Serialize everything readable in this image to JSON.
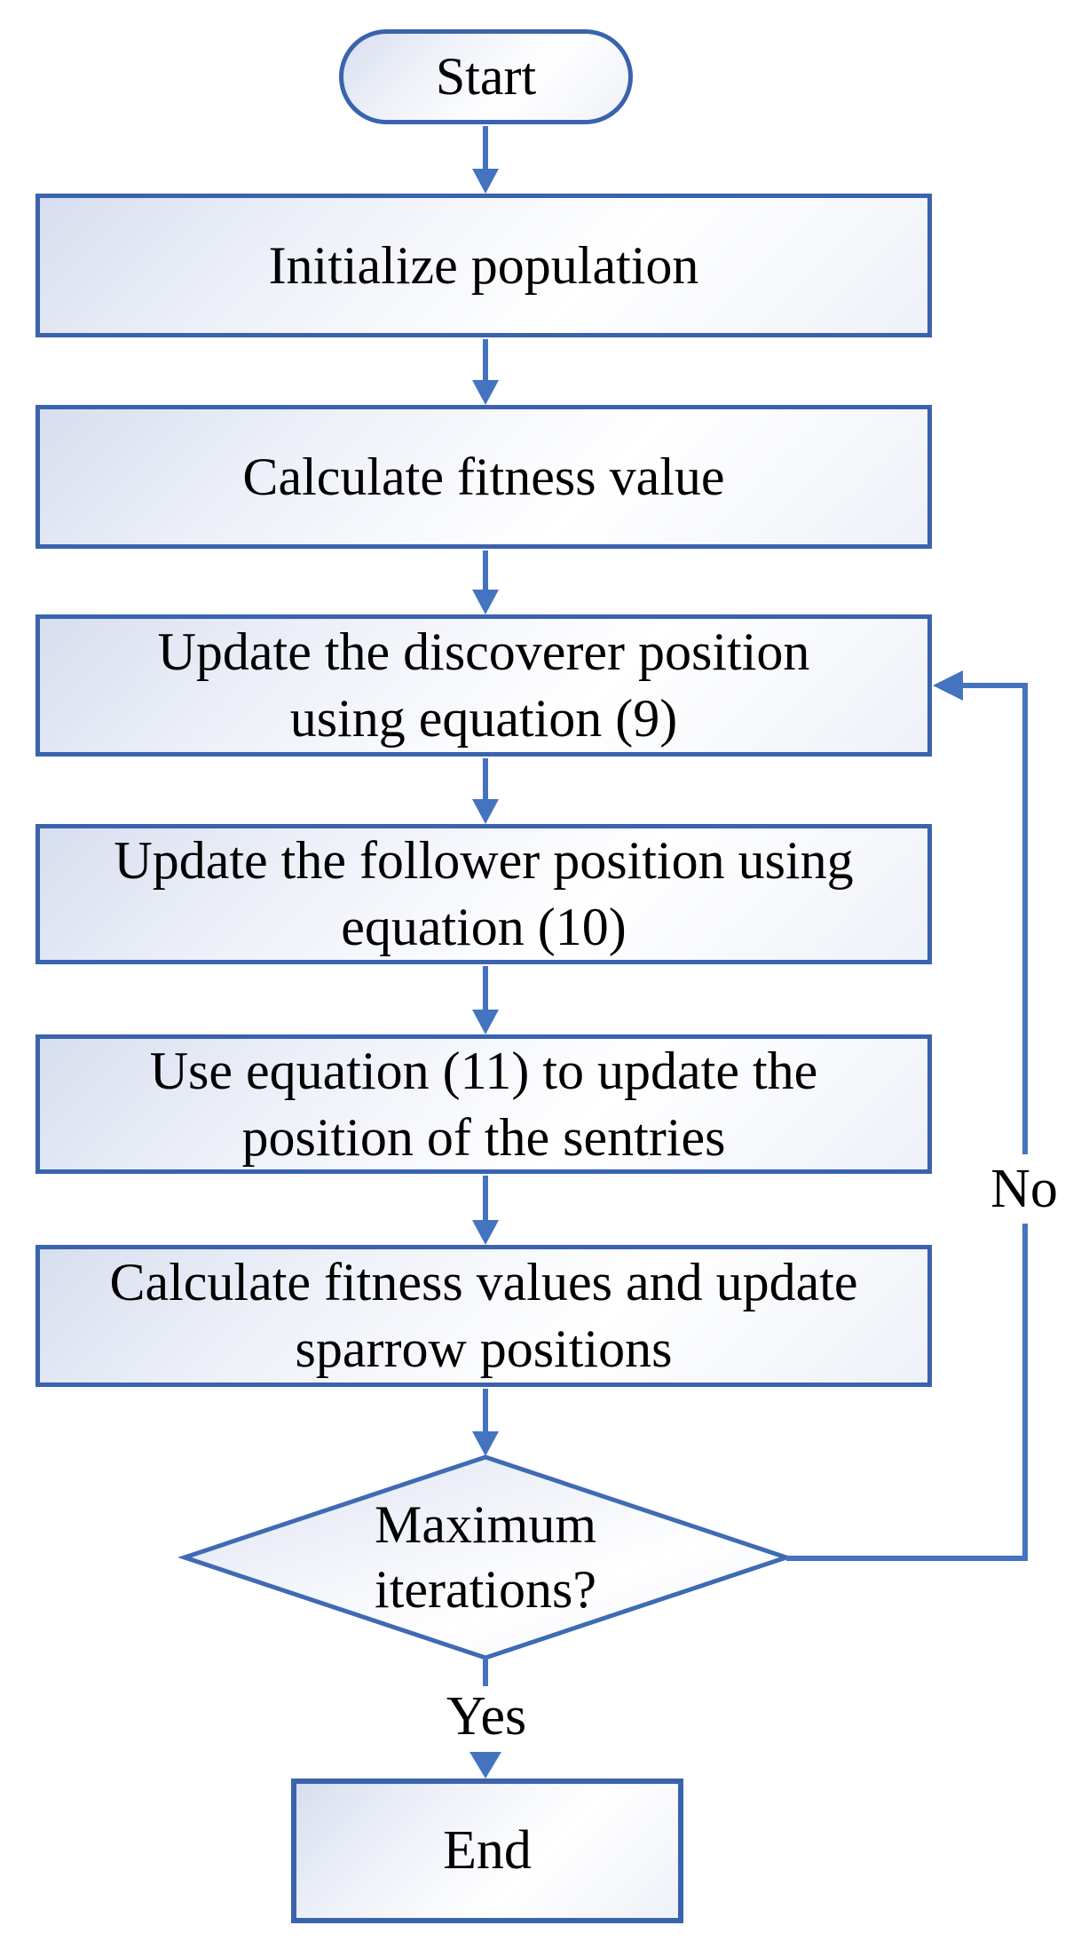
{
  "colors": {
    "shape_border": "#3a63ae",
    "connector": "#4473c0",
    "text": "#000000",
    "fill_corner": "#d7deee",
    "fill_center": "#ffffff",
    "background": "#ffffff"
  },
  "flow": {
    "nodes": [
      {
        "id": "start",
        "type": "terminator",
        "label": "Start"
      },
      {
        "id": "initialize-population",
        "type": "process",
        "label": "Initialize population"
      },
      {
        "id": "calculate-fitness",
        "type": "process",
        "label": "Calculate fitness value"
      },
      {
        "id": "update-discoverer",
        "type": "process",
        "label": "Update the discoverer position\nusing equation (9)"
      },
      {
        "id": "update-follower",
        "type": "process",
        "label": "Update the follower position using\nequation (10)"
      },
      {
        "id": "update-sentries",
        "type": "process",
        "label": "Use equation (11) to update the\nposition of the sentries"
      },
      {
        "id": "update-sparrows",
        "type": "process",
        "label": "Calculate fitness values and update\nsparrow positions"
      },
      {
        "id": "max-iterations",
        "type": "decision",
        "label": "Maximum\niterations?"
      },
      {
        "id": "end",
        "type": "terminator",
        "label": "End"
      }
    ],
    "edge_labels": {
      "yes": "Yes",
      "no": "No"
    }
  }
}
